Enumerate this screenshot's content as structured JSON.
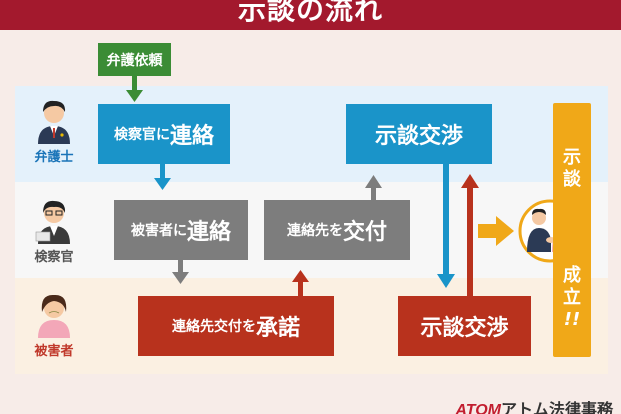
{
  "title": "示談の流れ",
  "roles": {
    "lawyer": "弁護士",
    "prosecutor": "検察官",
    "victim": "被害者"
  },
  "boxes": {
    "request": "弁護依頼",
    "contact_prosecutor_small": "検察官に",
    "contact_prosecutor_big": "連絡",
    "negotiation_top": "示談交渉",
    "contact_victim_small": "被害者に",
    "contact_victim_big": "連絡",
    "give_contact_small": "連絡先を",
    "give_contact_big": "交付",
    "consent_small": "連絡先交付を",
    "consent_big": "承諾",
    "negotiation_bottom": "示談交渉"
  },
  "result": {
    "line1": [
      "示",
      "談"
    ],
    "line2": [
      "成",
      "立",
      "!!"
    ]
  },
  "footer": {
    "brand": "ATOM",
    "name": "アトム法律事務"
  },
  "colors": {
    "header": "#a3192d",
    "blue": "#1a94c9",
    "gray": "#7d7d7d",
    "red": "#b8321d",
    "green": "#3b8c35",
    "yellow": "#f0a818"
  }
}
